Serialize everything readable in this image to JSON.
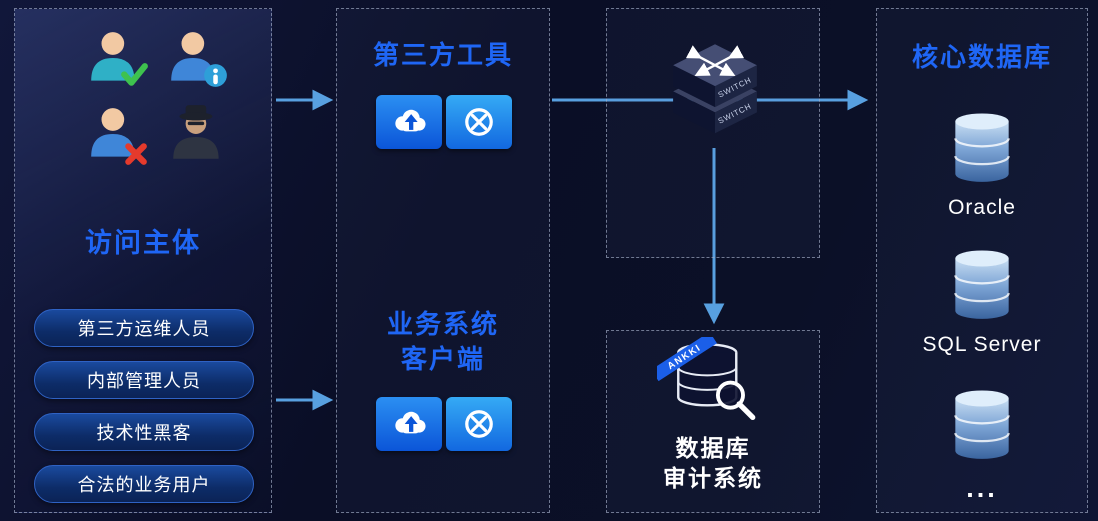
{
  "subjects": {
    "title": "访问主体",
    "items": [
      "第三方运维人员",
      "内部管理人员",
      "技术性黑客",
      "合法的业务用户"
    ],
    "icons": [
      "user-check-icon",
      "user-info-icon",
      "user-x-icon",
      "hacker-icon"
    ]
  },
  "tools": {
    "top_title": "第三方工具",
    "bottom_title_line1": "业务系统",
    "bottom_title_line2": "客户端",
    "icons": [
      "cloud-upload-app-icon",
      "x-circle-app-icon"
    ]
  },
  "network": {
    "switch_label": "SWITCH",
    "icon": "switch-icon"
  },
  "audit": {
    "badge": "ANKKI",
    "label_line1": "数据库",
    "label_line2": "审计系统",
    "icon": "database-audit-icon"
  },
  "databases": {
    "title": "核心数据库",
    "items": [
      "Oracle",
      "SQL Server",
      "..."
    ],
    "icon": "database-cylinder-icon"
  },
  "colors": {
    "background": "#0b0f28",
    "accent_blue": "#1f66f5",
    "arrow": "#58a0e0",
    "pill_fill": "#0d2c68",
    "pill_border": "#2f62c4",
    "panel_border": "#a5afc8",
    "tile_blue": "#0b55d8",
    "tile_light_blue": "#1268e0"
  }
}
